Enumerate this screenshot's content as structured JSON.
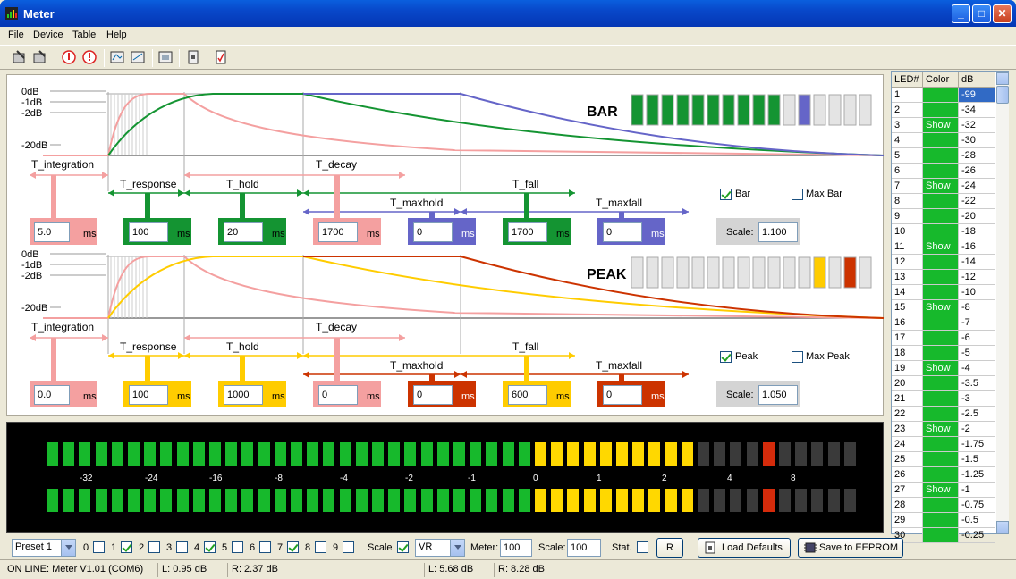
{
  "window": {
    "title": "Meter",
    "minimize": "_",
    "maximize": "□",
    "close": "✕"
  },
  "menu": [
    "File",
    "Device",
    "Table",
    "Help"
  ],
  "bar_panel": {
    "title": "BAR",
    "db_labels": [
      "0dB",
      "-1dB",
      "-2dB",
      "-20dB"
    ],
    "time_labels": [
      "T_integration",
      "T_response",
      "T_hold",
      "T_decay",
      "T_maxhold",
      "T_fall",
      "T_maxfall"
    ],
    "integration": "5.0",
    "response": "100",
    "hold": "20",
    "decay": "1700",
    "maxhold": "0",
    "fall": "1700",
    "maxfall": "0",
    "unit": "ms",
    "bar_label": "Bar",
    "bar_checked": true,
    "maxbar_label": "Max Bar",
    "maxbar_checked": false,
    "scale_label": "Scale:",
    "scale": "1.100",
    "colors": {
      "integration": "#f4a0a0",
      "response": "#149432",
      "hold": "#149432",
      "decay": "#f4a0a0",
      "maxhold": "#6565c8",
      "fall": "#149432",
      "maxfall": "#6565c8"
    }
  },
  "peak_panel": {
    "title": "PEAK",
    "db_labels": [
      "0dB",
      "-1dB",
      "-2dB",
      "-20dB"
    ],
    "time_labels": [
      "T_integration",
      "T_response",
      "T_hold",
      "T_decay",
      "T_maxhold",
      "T_fall",
      "T_maxfall"
    ],
    "integration": "0.0",
    "response": "100",
    "hold": "1000",
    "decay": "0",
    "maxhold": "0",
    "fall": "600",
    "maxfall": "0",
    "unit": "ms",
    "peak_label": "Peak",
    "peak_checked": true,
    "maxpeak_label": "Max Peak",
    "maxpeak_checked": false,
    "scale_label": "Scale:",
    "scale": "1.050",
    "colors": {
      "integration": "#f4a0a0",
      "response": "#ffcc00",
      "hold": "#ffcc00",
      "decay": "#f4a0a0",
      "maxhold": "#cc3300",
      "fall": "#ffcc00",
      "maxfall": "#cc3300"
    }
  },
  "meter": {
    "scale_labels": [
      "-32",
      "-24",
      "-16",
      "-8",
      "-4",
      "-2",
      "-1",
      "0",
      "1",
      "2",
      "4",
      "8"
    ],
    "green_count": 30,
    "yellow_count": 10,
    "total": 50,
    "peak_index_top": 44,
    "peak_index_bottom": 44,
    "colors": {
      "green": "#17b92c",
      "yellow": "#ffd800",
      "off": "#3a3a3a",
      "peak": "#d52b0b"
    }
  },
  "led_table": {
    "headers": [
      "LED#",
      "Color",
      "dB"
    ],
    "rows": [
      [
        "1",
        "",
        "-99"
      ],
      [
        "2",
        "",
        "-34"
      ],
      [
        "3",
        "Show",
        "-32"
      ],
      [
        "4",
        "",
        "-30"
      ],
      [
        "5",
        "",
        "-28"
      ],
      [
        "6",
        "",
        "-26"
      ],
      [
        "7",
        "Show",
        "-24"
      ],
      [
        "8",
        "",
        "-22"
      ],
      [
        "9",
        "",
        "-20"
      ],
      [
        "10",
        "",
        "-18"
      ],
      [
        "11",
        "Show",
        "-16"
      ],
      [
        "12",
        "",
        "-14"
      ],
      [
        "13",
        "",
        "-12"
      ],
      [
        "14",
        "",
        "-10"
      ],
      [
        "15",
        "Show",
        "-8"
      ],
      [
        "16",
        "",
        "-7"
      ],
      [
        "17",
        "",
        "-6"
      ],
      [
        "18",
        "",
        "-5"
      ],
      [
        "19",
        "Show",
        "-4"
      ],
      [
        "20",
        "",
        "-3.5"
      ],
      [
        "21",
        "",
        "-3"
      ],
      [
        "22",
        "",
        "-2.5"
      ],
      [
        "23",
        "Show",
        "-2"
      ],
      [
        "24",
        "",
        "-1.75"
      ],
      [
        "25",
        "",
        "-1.5"
      ],
      [
        "26",
        "",
        "-1.25"
      ],
      [
        "27",
        "Show",
        "-1"
      ],
      [
        "28",
        "",
        "-0.75"
      ],
      [
        "29",
        "",
        "-0.5"
      ],
      [
        "30",
        "",
        "-0.25"
      ]
    ],
    "color_green": "#17b92c"
  },
  "bottom": {
    "preset": "Preset 1",
    "checks": [
      {
        "label": "0",
        "on": false
      },
      {
        "label": "1",
        "on": true
      },
      {
        "label": "2",
        "on": false
      },
      {
        "label": "3",
        "on": false
      },
      {
        "label": "4",
        "on": true
      },
      {
        "label": "5",
        "on": false
      },
      {
        "label": "6",
        "on": false
      },
      {
        "label": "7",
        "on": true
      },
      {
        "label": "8",
        "on": false
      },
      {
        "label": "9",
        "on": false
      }
    ],
    "scale_check_label": "Scale",
    "scale_checked": true,
    "mode": "VR",
    "meter_label": "Meter:",
    "meter_value": "100",
    "scale_label": "Scale:",
    "scale_value": "100",
    "stat_label": "Stat.",
    "stat_checked": false,
    "r_button": "R",
    "load_defaults": "Load Defaults",
    "save_eeprom": "Save to EEPROM"
  },
  "status": {
    "online": "ON LINE: Meter V1.01 (COM6)",
    "l1": "L: 0.95 dB",
    "r1": "R: 2.37 dB",
    "l2": "L: 5.68 dB",
    "r2": "R: 8.28 dB"
  }
}
